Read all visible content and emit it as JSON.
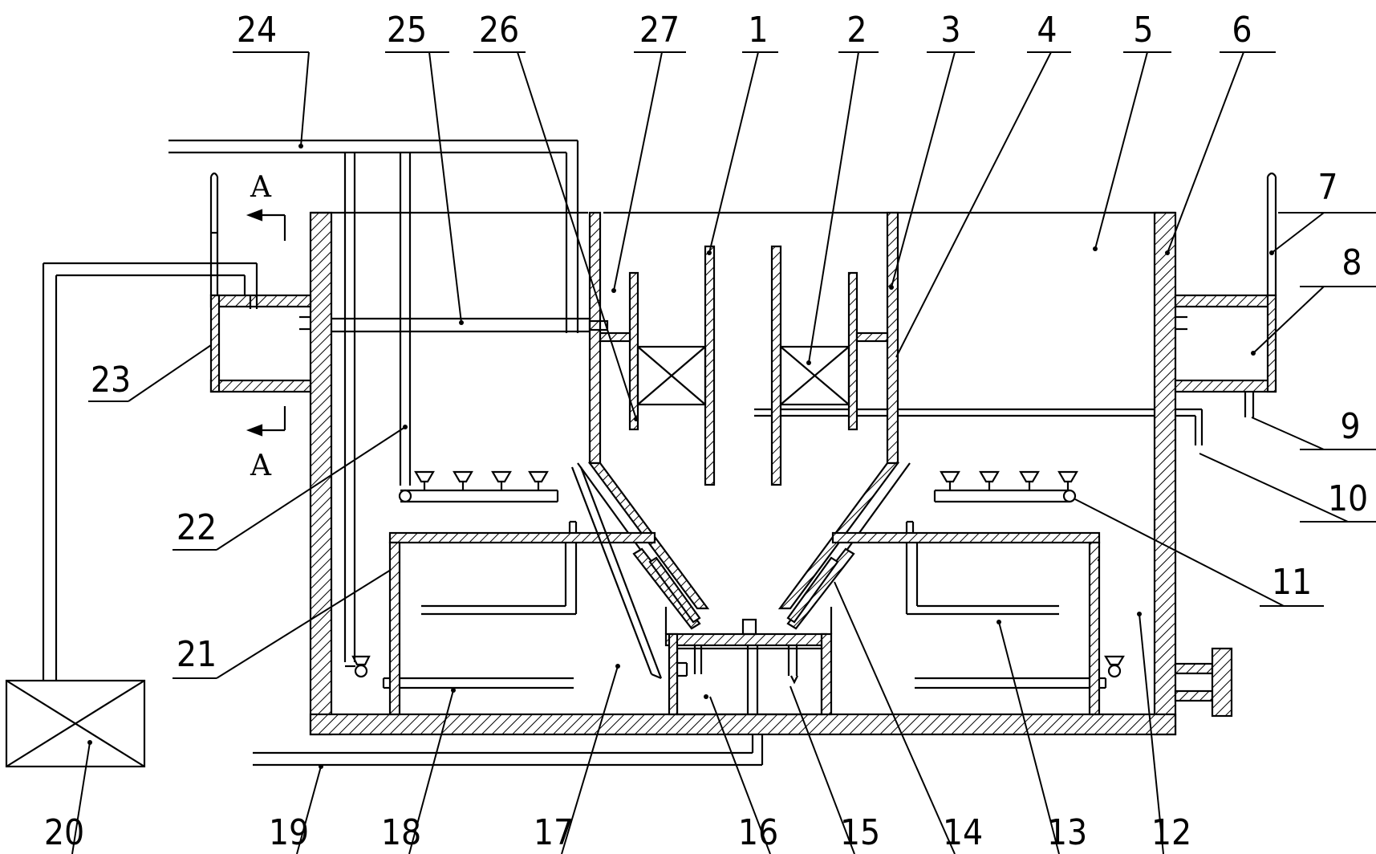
{
  "figure": {
    "section_mark": "A",
    "part_labels": [
      "1",
      "2",
      "3",
      "4",
      "5",
      "6",
      "7",
      "8",
      "9",
      "10",
      "11",
      "12",
      "13",
      "14",
      "15",
      "16",
      "17",
      "18",
      "19",
      "20",
      "21",
      "22",
      "23",
      "24",
      "25",
      "26",
      "27"
    ]
  },
  "colors": {
    "line": "#000000",
    "background": "#ffffff"
  }
}
